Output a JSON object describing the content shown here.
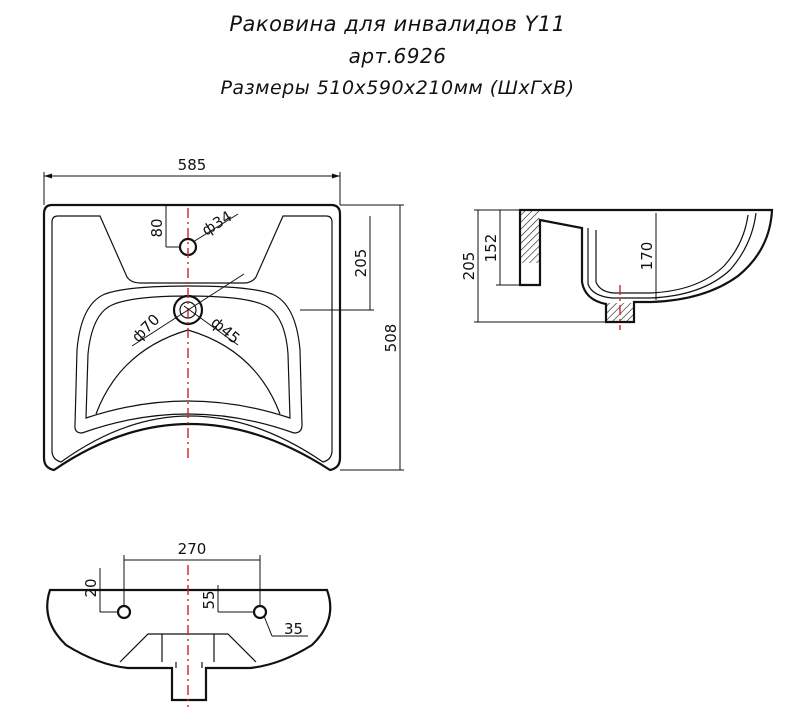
{
  "titles": {
    "line1": "Раковина для инвалидов Y11",
    "line2": "арт.6926",
    "line3": "Размеры 510х590х210мм (ШхГхВ)"
  },
  "dimensions": {
    "top_width": "585",
    "top_depth": "508",
    "top_hole_offset": "80",
    "top_tap_hole": "ф34",
    "top_drain_distance": "205",
    "top_drain_outer": "ф70",
    "top_drain_inner": "ф45",
    "side_height": "205",
    "side_inner_height": "152",
    "side_bowl_depth": "170",
    "bottom_mount_spacing": "270",
    "bottom_mount_offset": "20",
    "bottom_mount_height": "55",
    "bottom_mount_hole": "35"
  },
  "colors": {
    "line": "#111111",
    "centerline": "#cc2222"
  }
}
